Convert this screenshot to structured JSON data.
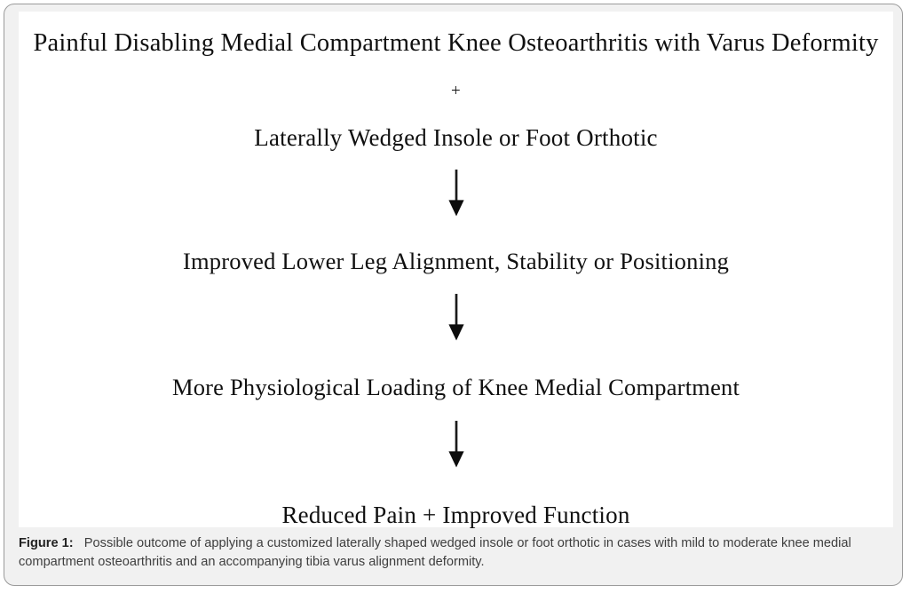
{
  "figure": {
    "caption_label": "Figure 1:",
    "caption_text": "Possible outcome of applying a customized laterally shaped wedged insole or foot orthotic in cases with mild to moderate knee medial compartment osteoarthritis and an accompanying tibia varus alignment deformity.",
    "background_color": "#f1f1f1",
    "panel_color": "#ffffff",
    "border_color": "#9a9a9a",
    "text_color": "#101010",
    "caption_color": "#3e3e3e"
  },
  "chart_data": {
    "type": "diagram",
    "title": "Possible outcome of applying a customized laterally shaped wedged insole or foot orthotic",
    "layout": "vertical-flowchart",
    "nodes": [
      {
        "id": "condition",
        "label": "Painful Disabling Medial Compartment Knee Osteoarthritis with Varus Deformity"
      },
      {
        "id": "operator",
        "label": "+"
      },
      {
        "id": "intervention",
        "label": "Laterally Wedged Insole or Foot Orthotic"
      },
      {
        "id": "effect-1",
        "label": "Improved Lower Leg Alignment, Stability or Positioning"
      },
      {
        "id": "effect-2",
        "label": "More Physiological Loading of Knee Medial Compartment"
      },
      {
        "id": "outcome",
        "label": "Reduced Pain + Improved Function"
      }
    ],
    "connectors": [
      {
        "from": "intervention",
        "to": "effect-1",
        "kind": "down-arrow"
      },
      {
        "from": "effect-1",
        "to": "effect-2",
        "kind": "down-arrow"
      },
      {
        "from": "effect-2",
        "to": "outcome",
        "kind": "down-arrow"
      }
    ]
  }
}
